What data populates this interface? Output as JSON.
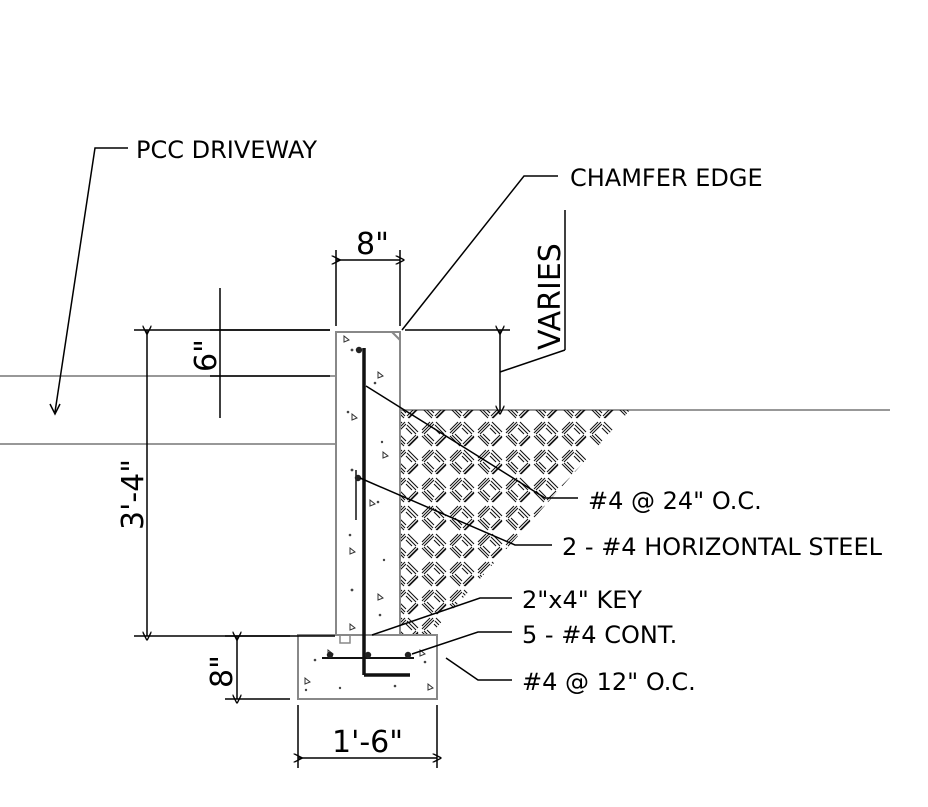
{
  "labels": {
    "pcc_driveway": "PCC DRIVEWAY",
    "chamfer_edge": "CHAMFER EDGE",
    "varies": "VARIES",
    "vertical_bars": "#4 @ 24\" O.C.",
    "horizontal_steel": "2 - #4 HORIZONTAL STEEL",
    "key": "2\"x4\" KEY",
    "footing_cont": "5 - #4 CONT.",
    "footing_bars": "#4 @ 12\" O.C."
  },
  "dimensions": {
    "wall_thickness": "8\"",
    "top_offset": "6\"",
    "wall_height": "3'-4\"",
    "footing_depth": "8\"",
    "footing_width": "1'-6\""
  }
}
